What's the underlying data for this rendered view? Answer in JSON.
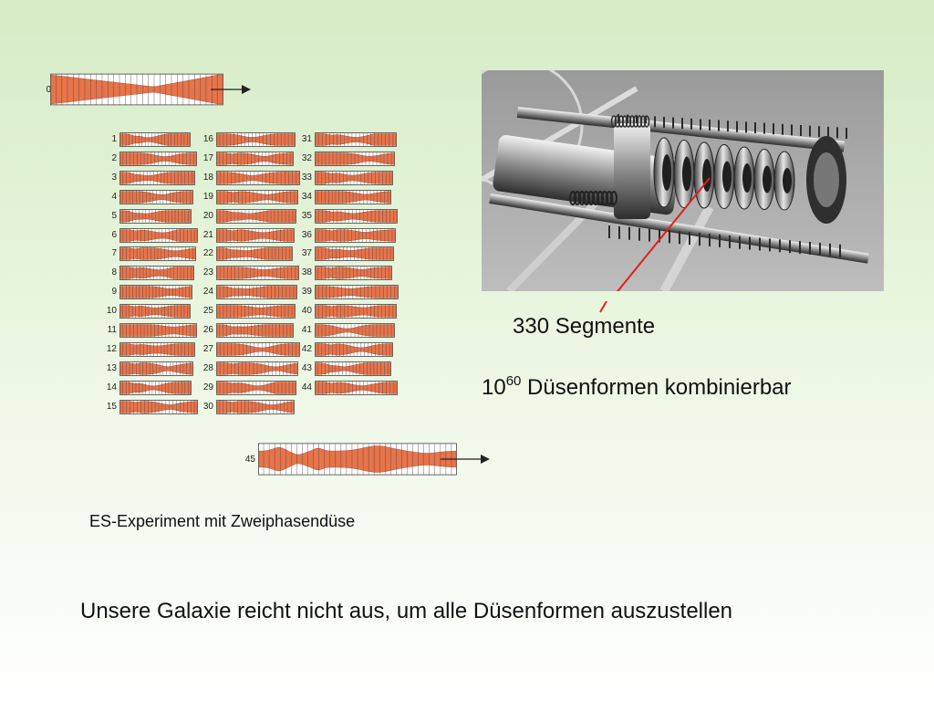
{
  "colors": {
    "nozzle_fill": "#e8744a",
    "segment_line": "#444444",
    "arrow": "#c0392b"
  },
  "nozzle_start": {
    "label": "0"
  },
  "nozzle_end": {
    "label": "45"
  },
  "nozzle_grid": [
    {
      "label": "1"
    },
    {
      "label": "2"
    },
    {
      "label": "3"
    },
    {
      "label": "4"
    },
    {
      "label": "5"
    },
    {
      "label": "6"
    },
    {
      "label": "7"
    },
    {
      "label": "8"
    },
    {
      "label": "9"
    },
    {
      "label": "10"
    },
    {
      "label": "11"
    },
    {
      "label": "12"
    },
    {
      "label": "13"
    },
    {
      "label": "14"
    },
    {
      "label": "15"
    },
    {
      "label": "16"
    },
    {
      "label": "17"
    },
    {
      "label": "18"
    },
    {
      "label": "19"
    },
    {
      "label": "20"
    },
    {
      "label": "21"
    },
    {
      "label": "22"
    },
    {
      "label": "23"
    },
    {
      "label": "24"
    },
    {
      "label": "25"
    },
    {
      "label": "26"
    },
    {
      "label": "27"
    },
    {
      "label": "28"
    },
    {
      "label": "29"
    },
    {
      "label": "30"
    },
    {
      "label": "31"
    },
    {
      "label": "32"
    },
    {
      "label": "33"
    },
    {
      "label": "34"
    },
    {
      "label": "35"
    },
    {
      "label": "36"
    },
    {
      "label": "37"
    },
    {
      "label": "38"
    },
    {
      "label": "39"
    },
    {
      "label": "40"
    },
    {
      "label": "41"
    },
    {
      "label": "42"
    },
    {
      "label": "43"
    },
    {
      "label": "44"
    }
  ],
  "caption": "ES-Experiment mit Zweiphasendüse",
  "segments_label": "330 Segmente",
  "combinations": {
    "base": "10",
    "exponent": "60",
    "text": " Düsenformen kombinierbar"
  },
  "conclusion": "Unsere Galaxie reicht nicht aus, um alle Düsenformen auszustellen",
  "photo_icon": "nozzle-apparatus-photo"
}
